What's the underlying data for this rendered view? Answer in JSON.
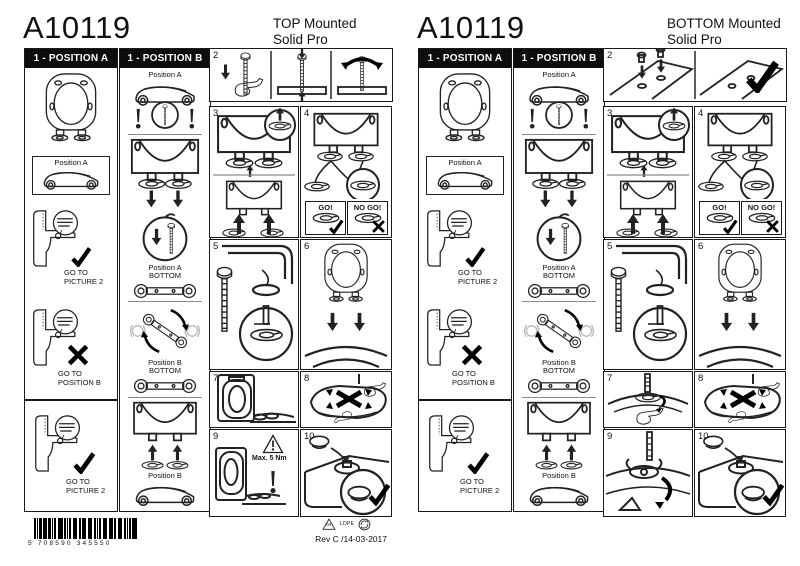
{
  "pages": [
    {
      "product_code": "A10119",
      "mount_type": "TOP Mounted",
      "product_name": "Solid Pro",
      "position_a_header": "1 - POSITION A",
      "position_b_header": "1 - POSITION B",
      "col_a": {
        "profile_label": "Position A",
        "check_caption": "GO TO\nPICTURE 2",
        "x_caption": "GO TO\nPOSITION B"
      },
      "bottom_box_caption": "GO TO\nPICTURE 2",
      "col_b": {
        "top_label": "Position A",
        "bottom_a_label": "Position A\nBOTTOM",
        "bottom_b_label": "Position B\nBOTTOM",
        "profile_b_label": "Position B"
      },
      "steps": {
        "n2": "2",
        "n3": "3",
        "n4": "4",
        "n5": "5",
        "n6": "6",
        "n7": "7",
        "n8": "8",
        "n9": "9",
        "n10": "10",
        "go": "GO!",
        "no_go": "NO GO!",
        "torque": "Max. 5 Nm"
      },
      "footer": {
        "barcode_text": "5 708590 345550",
        "material_code": "04",
        "material": "LDPE",
        "revision": "Rev C /14-03-2017"
      }
    },
    {
      "product_code": "A10119",
      "mount_type": "BOTTOM Mounted",
      "product_name": "Solid Pro",
      "position_a_header": "1 - POSITION A",
      "position_b_header": "1 - POSITION B",
      "col_a": {
        "profile_label": "Position A",
        "check_caption": "GO TO\nPICTURE 2",
        "x_caption": "GO TO\nPOSITION B"
      },
      "bottom_box_caption": "GO TO\nPICTURE 2",
      "col_b": {
        "top_label": "Position A",
        "bottom_a_label": "Position A\nBOTTOM",
        "bottom_b_label": "Position B\nBOTTOM",
        "profile_b_label": "Position B"
      },
      "steps": {
        "n2": "2",
        "n3": "3",
        "n4": "4",
        "n5": "5",
        "n6": "6",
        "n7": "7",
        "n8": "8",
        "n9": "9",
        "n10": "10",
        "go": "GO!",
        "no_go": "NO GO!"
      }
    }
  ]
}
